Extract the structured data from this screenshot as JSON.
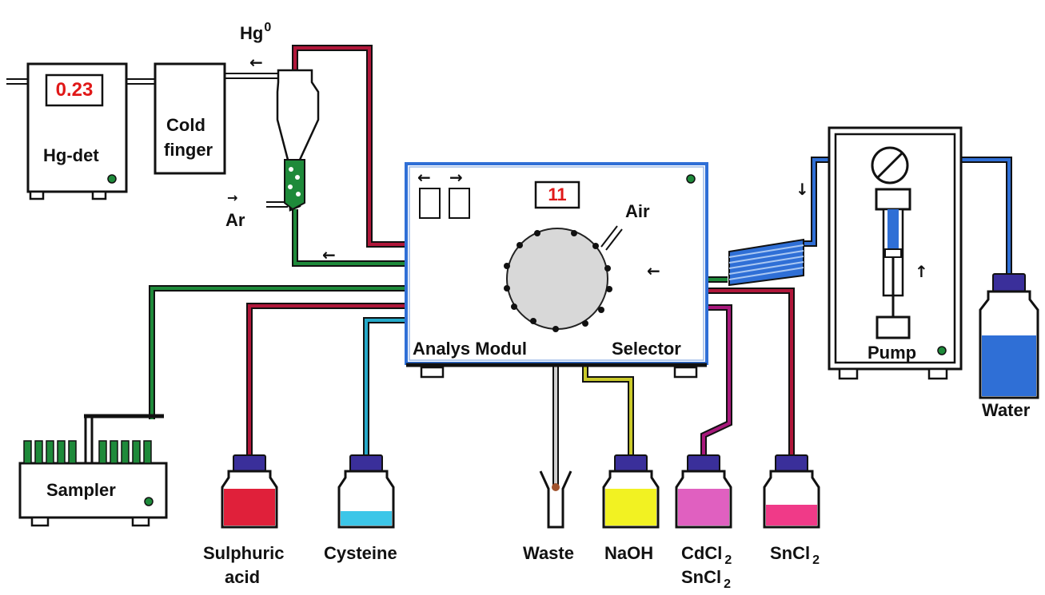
{
  "devices": {
    "hg_det": {
      "label": "Hg-det",
      "display": "0.23"
    },
    "cold_finger": {
      "line1": "Cold",
      "line2": "finger"
    },
    "hg0": {
      "base": "Hg",
      "sup": "0"
    },
    "ar": "Ar",
    "analys_modul": {
      "label": "Analys Modul",
      "display": "11"
    },
    "selector": "Selector",
    "air": "Air",
    "pump": "Pump",
    "water": "Water",
    "sampler": "Sampler"
  },
  "reagents": {
    "sulphuric": {
      "line1": "Sulphuric",
      "line2": "acid"
    },
    "cysteine": "Cysteine",
    "waste": "Waste",
    "naoh": "NaOH",
    "cdcl2": {
      "base": "CdCl",
      "sub": "2"
    },
    "sncl2_mix": {
      "base": "SnCl",
      "sub": "2"
    },
    "sncl2": {
      "base": "SnCl",
      "sub": "2"
    }
  },
  "colors": {
    "green_tube": "#1e8a3a",
    "red_tube": "#b0173a",
    "blue_tube": "#2f6fd6",
    "cyan_tube": "#25a9c9",
    "yellow_tube": "#c9c92a",
    "magenta_tube": "#a8197c",
    "sulphuric_liquid": "#e0203a",
    "cysteine_liquid": "#3cc6e8",
    "naoh_liquid": "#f2f222",
    "cdcl2_liquid": "#e060c0",
    "sncl2_liquid": "#f03a88",
    "water_liquid": "#2f6fd6",
    "display_text": "#e01818",
    "valve_fill": "#d8d8d8"
  }
}
